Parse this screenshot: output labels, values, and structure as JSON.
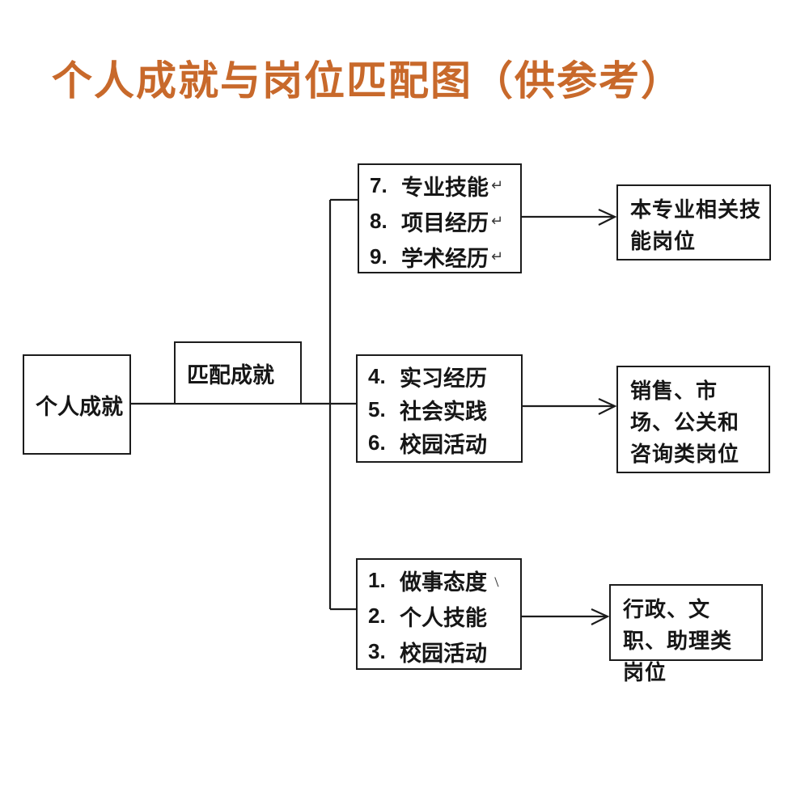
{
  "title": {
    "text": "个人成就与岗位匹配图（供参考）",
    "color": "#C8692B"
  },
  "diagram": {
    "root": {
      "label": "个人成就"
    },
    "connector_label": {
      "label": "匹配成就"
    },
    "groups": [
      {
        "name": "professional-achievements",
        "items": [
          {
            "num": "7.",
            "text": "专业技能",
            "mark": "↵"
          },
          {
            "num": "8.",
            "text": "项目经历",
            "mark": "↵"
          },
          {
            "num": "9.",
            "text": "学术经历",
            "mark": "↵"
          }
        ],
        "target": "本专业相关技能岗位"
      },
      {
        "name": "practice-achievements",
        "items": [
          {
            "num": "4.",
            "text": "实习经历",
            "mark": ""
          },
          {
            "num": "5.",
            "text": "社会实践",
            "mark": ""
          },
          {
            "num": "6.",
            "text": "校园活动",
            "mark": ""
          }
        ],
        "target": "销售、市场、公关和咨询类岗位"
      },
      {
        "name": "basic-achievements",
        "items": [
          {
            "num": "1.",
            "text": "做事态度",
            "mark": "﹨"
          },
          {
            "num": "2.",
            "text": "个人技能",
            "mark": ""
          },
          {
            "num": "3.",
            "text": "校园活动",
            "mark": ""
          }
        ],
        "target": "行政、文职、助理类岗位"
      }
    ],
    "line_color": "#1c1c1c"
  }
}
